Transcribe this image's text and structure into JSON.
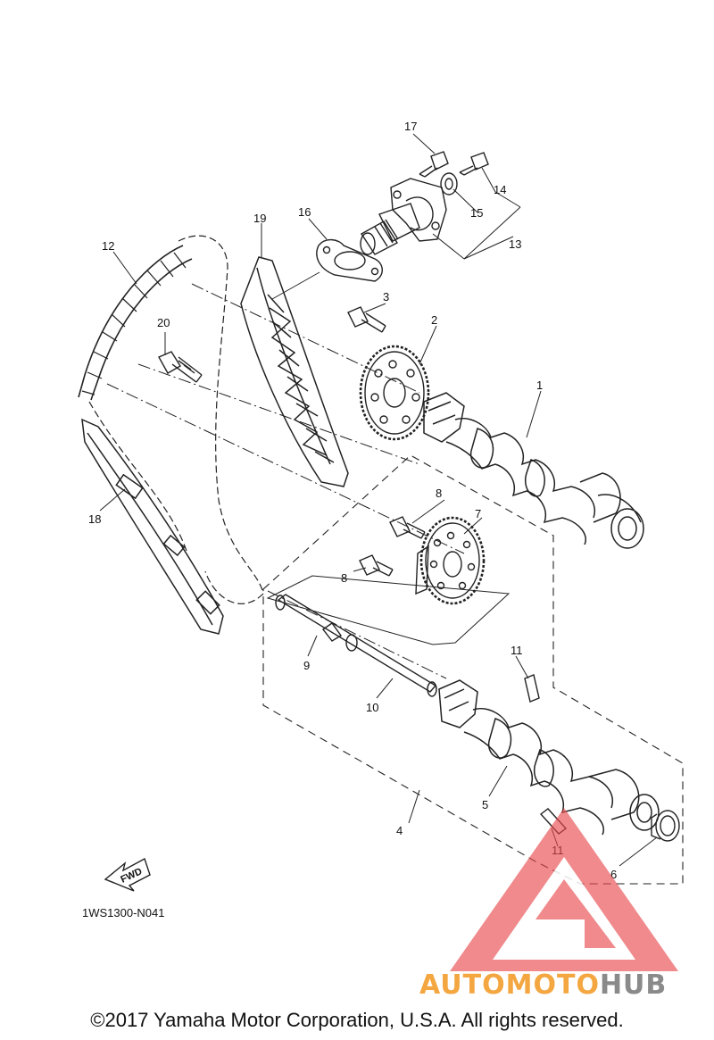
{
  "diagram": {
    "part_labels": [
      "1",
      "2",
      "3",
      "4",
      "5",
      "6",
      "7",
      "8",
      "8",
      "9",
      "10",
      "11",
      "11",
      "12",
      "13",
      "14",
      "15",
      "16",
      "17",
      "18",
      "19",
      "20"
    ],
    "diagram_code": "1WS1300-N041",
    "fwd_label": "FWD"
  },
  "watermark": {
    "brand_part1": "AUTOMOTO",
    "brand_part2": "HUB",
    "colors": {
      "orange": "#f4a640",
      "red": "#e8484b",
      "gray": "#8a8a8a"
    }
  },
  "footer": {
    "copyright": "©2017 Yamaha Motor Corporation, U.S.A. All rights reserved."
  }
}
